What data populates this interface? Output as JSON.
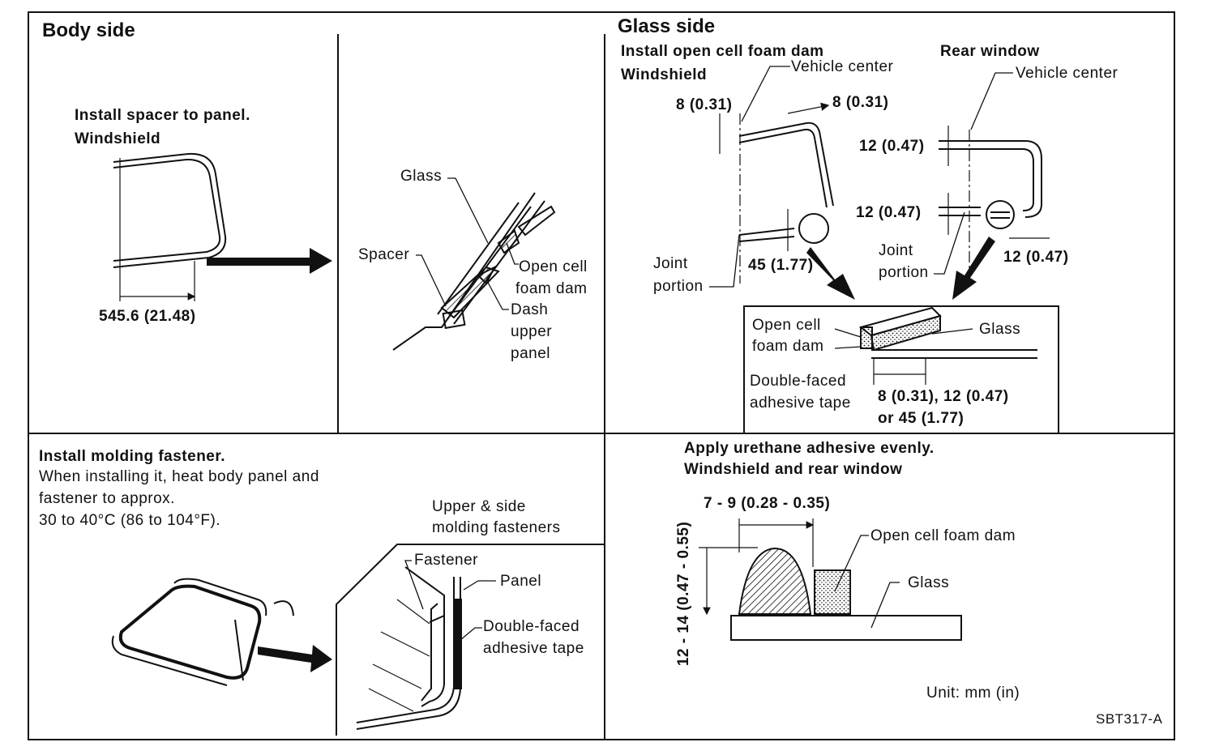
{
  "sections": {
    "body_side": {
      "title": "Body side",
      "step": "Install spacer to panel.",
      "subject": "Windshield",
      "dimension": "545.6 (21.48)",
      "labels": {
        "glass": "Glass",
        "spacer": "Spacer",
        "foam_1": "Open cell",
        "foam_2": "foam dam",
        "dash_1": "Dash",
        "dash_2": "upper",
        "dash_3": "panel"
      }
    },
    "glass_side": {
      "title": "Glass side",
      "step": "Install open cell foam dam",
      "windshield": {
        "title": "Windshield",
        "vehicle_center": "Vehicle center",
        "dim_top_left": "8 (0.31)",
        "dim_top_right": "8 (0.31)",
        "dim_bottom": "45 (1.77)",
        "joint_1": "Joint",
        "joint_2": "portion"
      },
      "rear_window": {
        "title": "Rear window",
        "vehicle_center": "Vehicle center",
        "dim_top": "12 (0.47)",
        "dim_mid": "12 (0.47)",
        "dim_right": "12 (0.47)",
        "joint_1": "Joint",
        "joint_2": "portion"
      },
      "detail": {
        "foam_1": "Open cell",
        "foam_2": "foam dam",
        "glass": "Glass",
        "tape_1": "Double-faced",
        "tape_2": "adhesive tape",
        "dim_1": "8 (0.31), 12 (0.47)",
        "dim_2": "or 45 (1.77)"
      }
    },
    "molding": {
      "step": "Install molding fastener.",
      "note_1": "When installing it, heat body panel and",
      "note_2": "fastener to approx.",
      "note_3": "30 to 40°C (86 to 104°F).",
      "fasteners_1": "Upper & side",
      "fasteners_2": "molding fasteners",
      "fastener": "Fastener",
      "panel": "Panel",
      "tape_1": "Double-faced",
      "tape_2": "adhesive tape"
    },
    "urethane": {
      "step": "Apply urethane adhesive evenly.",
      "subject": "Windshield and rear window",
      "width_dim": "7 - 9 (0.28 - 0.35)",
      "height_dim": "12 - 14 (0.47 - 0.55)",
      "foam": "Open cell foam dam",
      "glass": "Glass"
    }
  },
  "footer": {
    "unit": "Unit: mm (in)",
    "code": "SBT317-A"
  }
}
